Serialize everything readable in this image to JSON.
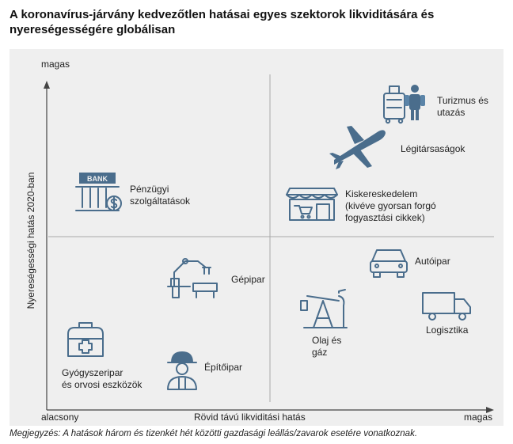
{
  "title": "A koronavírus-járvány kedvezőtlen hatásai egyes szektorok likviditására és nyereségességére globálisan",
  "axes": {
    "y_label": "Nyereségességi hatás 2020-ban",
    "y_high": "magas",
    "x_label": "Rövid távú likviditási hatás",
    "x_low": "alacsony",
    "x_high": "magas"
  },
  "sectors": {
    "tourism": [
      "Turizmus és",
      "utazás"
    ],
    "airlines": [
      "Légitársaságok"
    ],
    "retail": [
      "Kiskereskedelem",
      "(kivéve gyorsan forgó",
      "fogyasztási cikkek)"
    ],
    "finance": [
      "Pénzügyi",
      "szolgáltatások"
    ],
    "machinery": [
      "Gépipar"
    ],
    "automotive": [
      "Autóipar"
    ],
    "oil_gas": [
      "Olaj és",
      "gáz"
    ],
    "logistics": [
      "Logisztika"
    ],
    "pharma": [
      "Gyógyszeripar",
      "és orvosi eszközök"
    ],
    "construction": [
      "Építőipar"
    ]
  },
  "bank_sign": "BANK",
  "note": "Megjegyzés: A hatások három és tizenkét hét közötti gazdasági leállás/zavarok esetére vonatkoznak.",
  "colors": {
    "icon": "#4a6d8c",
    "icon_accent": "#5b84a8",
    "panel": "#efefef",
    "grid": "#a8a8a8"
  }
}
